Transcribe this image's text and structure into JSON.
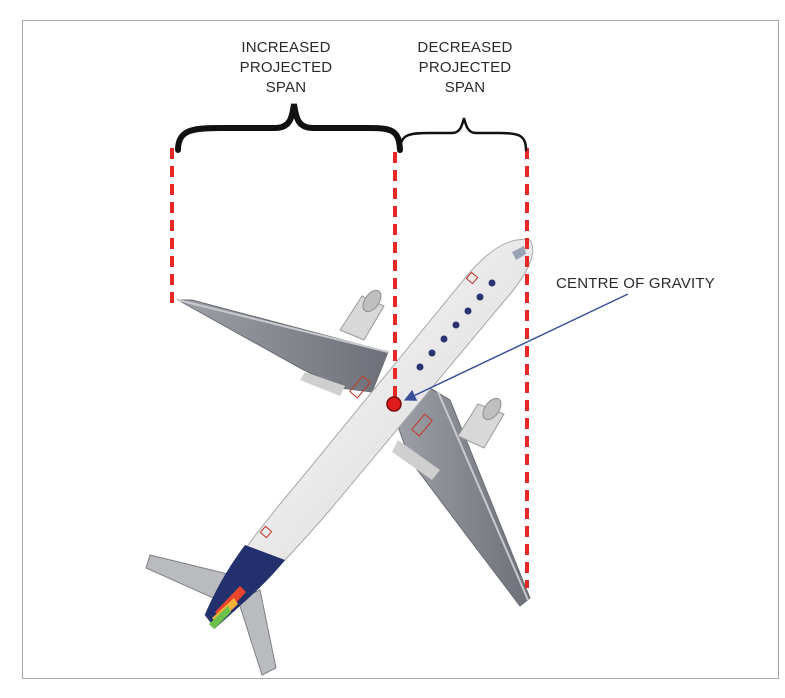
{
  "labels": {
    "increased": [
      "INCREASED",
      "PROJECTED",
      "SPAN"
    ],
    "decreased": [
      "DECREASED",
      "PROJECTED",
      "SPAN"
    ],
    "cog": "CENTRE OF GRAVITY"
  },
  "colors": {
    "dash": "#e82727",
    "cog_dot": "#e01b1b",
    "pointer": "#3a4f9a",
    "text": "#2b2b2b",
    "brace": "#111111",
    "fuselage": "#ececec",
    "wing": "#8c8f96",
    "tail_livery": "#23306e"
  }
}
